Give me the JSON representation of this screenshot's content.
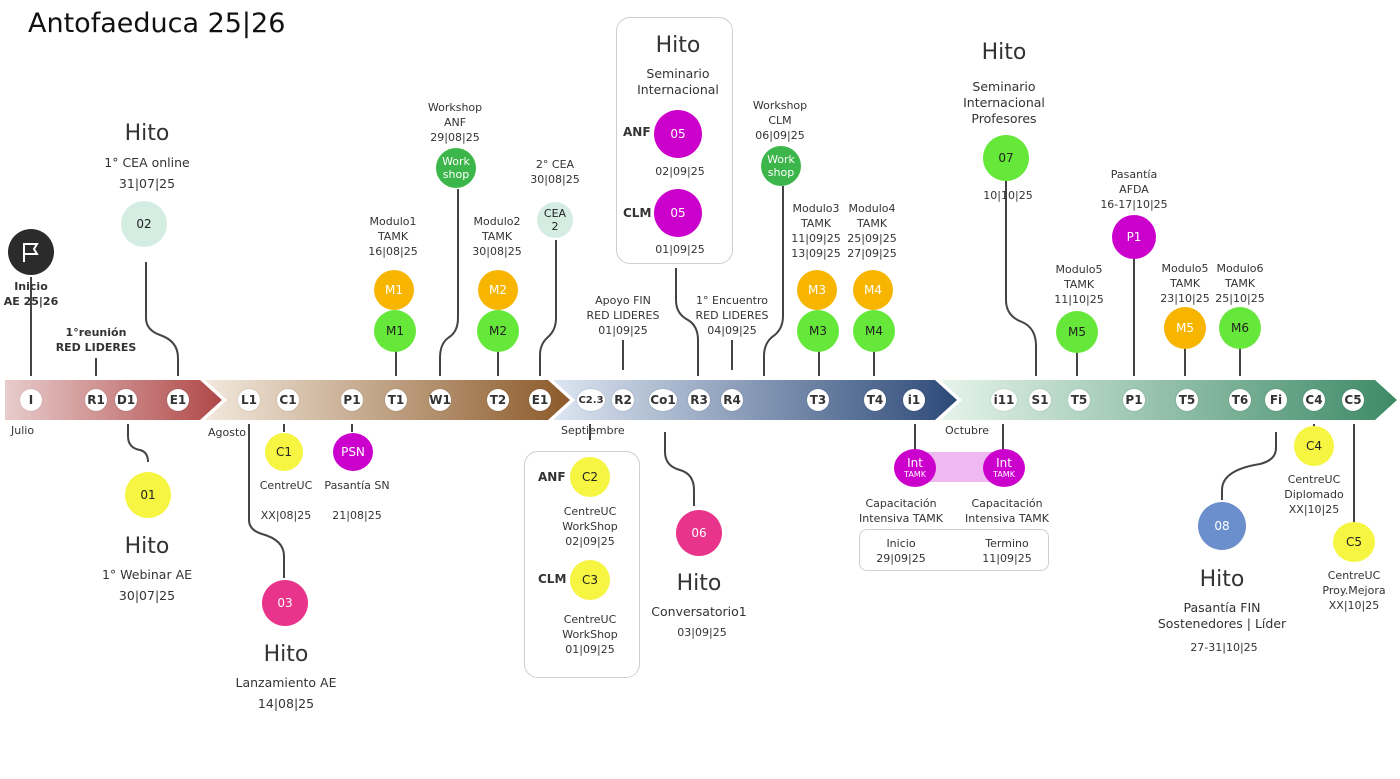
{
  "title": "Antofaeduca 25|26",
  "months": {
    "julio": "Julio",
    "agosto": "Agosto",
    "septiembre": "Septiembre",
    "octubre": "Octubre"
  },
  "band_markers": {
    "m_I": "I",
    "m_R1": "R1",
    "m_D1": "D1",
    "m_E1a": "E1",
    "m_L1": "L1",
    "m_C1": "C1",
    "m_P1a": "P1",
    "m_T1": "T1",
    "m_W1": "W1",
    "m_T2": "T2",
    "m_E1b": "E1",
    "m_C23": "C2.3",
    "m_R2": "R2",
    "m_Co1": "Co1",
    "m_R3": "R3",
    "m_R4": "R4",
    "m_T3": "T3",
    "m_T4": "T4",
    "m_i1": "i1",
    "m_i11": "i11",
    "m_S1": "S1",
    "m_T5a": "T5",
    "m_P1b": "P1",
    "m_T5b": "T5",
    "m_T6": "T6",
    "m_Fi": "Fi",
    "m_C4": "C4",
    "m_C5": "C5"
  },
  "circles": {
    "c02": "02",
    "cWA": "Work\nshop",
    "cCEA2": "CEA\n2",
    "cANF05": "05",
    "cCLM05": "05",
    "cWC": "Work\nshop",
    "c07": "07",
    "cP1": "P1",
    "cM1o": "M1",
    "cM1g": "M1",
    "cM2o": "M2",
    "cM2g": "M2",
    "cM3o": "M3",
    "cM3g": "M3",
    "cM4o": "M4",
    "cM4g": "M4",
    "cM5g": "M5",
    "cM5o": "M5",
    "cM6g": "M6",
    "c01": "01",
    "cC1": "C1",
    "cPSN": "PSN",
    "c03": "03",
    "cC2": "C2",
    "cC3": "C3",
    "c06": "06",
    "cInt1": "Int",
    "cInt2": "Int",
    "c08": "08",
    "cC4": "C4",
    "cC5": "C5"
  },
  "int_sub": "TAMK",
  "labels": {
    "inicio": "Inicio\nAE 25|26",
    "reunion": "1°reunión\nRED LIDERES",
    "hito02_h": "Hito",
    "hito02_t": "1° CEA online",
    "hito02_d": "31|07|25",
    "wsANF": "Workshop\nANF\n29|08|25",
    "cea2": "2° CEA\n30|08|25",
    "mod1": "Modulo1\nTAMK\n16|08|25",
    "mod2": "Modulo2\nTAMK\n30|08|25",
    "hito05_h": "Hito",
    "hito05_t": "Seminario\nInternacional",
    "anf05_d": "02|09|25",
    "clm05_d": "01|09|25",
    "apoyo": "Apoyo FIN\nRED LIDERES\n01|09|25",
    "encuentro": "1° Encuentro\nRED LIDERES\n04|09|25",
    "wsCLM": "Workshop\nCLM\n06|09|25",
    "mod3": "Modulo3\nTAMK\n11|09|25\n13|09|25",
    "mod4": "Modulo4\nTAMK\n25|09|25\n27|09|25",
    "hito07_h": "Hito",
    "hito07_t": "Seminario\nInternacional\nProfesores",
    "hito07_d": "10|10|25",
    "pasAFDA": "Pasantía\nAFDA\n16-17|10|25",
    "mod5a": "Modulo5\nTAMK\n11|10|25",
    "mod5b": "Modulo5\nTAMK\n23|10|25",
    "mod6": "Modulo6\nTAMK\n25|10|25",
    "hito01_h": "Hito",
    "hito01_t": "1° Webinar AE",
    "hito01_d": "30|07|25",
    "c1_lbl": "CentreUC\n\nXX|08|25",
    "psn_lbl": "Pasantía SN\n\n21|08|25",
    "hito03_h": "Hito",
    "hito03_t": "Lanzamiento AE",
    "hito03_d": "14|08|25",
    "c2_lbl": "CentreUC\nWorkShop\n02|09|25",
    "c3_lbl": "CentreUC\nWorkShop\n01|09|25",
    "hito06_h": "Hito",
    "hito06_t": "Conversatorio1",
    "hito06_d": "03|09|25",
    "cap1": "Capacitación\nIntensiva TAMK",
    "cap2": "Capacitación\nIntensiva TAMK",
    "inicio2": "Inicio\n29|09|25",
    "termino": "Termino\n11|09|25",
    "hito08_h": "Hito",
    "hito08_t": "Pasantía FIN\nSostenedores | Líder",
    "hito08_d": "27-31|10|25",
    "c4_lbl": "CentreUC\nDiplomado\nXX|10|25",
    "c5_lbl": "CentreUC\nProy.Mejora\nXX|10|25"
  },
  "tags": {
    "anf1": "ANF",
    "clm1": "CLM",
    "anf2": "ANF",
    "clm2": "CLM"
  },
  "colors": {
    "hito_magenta": "#cc00cc",
    "workshop_green": "#3cb54a",
    "modulo_green": "#66e83a",
    "modulo_orange": "#f7b500",
    "centre_yellow": "#f5f542",
    "pink": "#e8348a",
    "mint": "#d4ece2",
    "blue": "#6b8fcc",
    "int_band": "#f0b8f0"
  },
  "icons": {
    "flag": "flag-icon"
  }
}
